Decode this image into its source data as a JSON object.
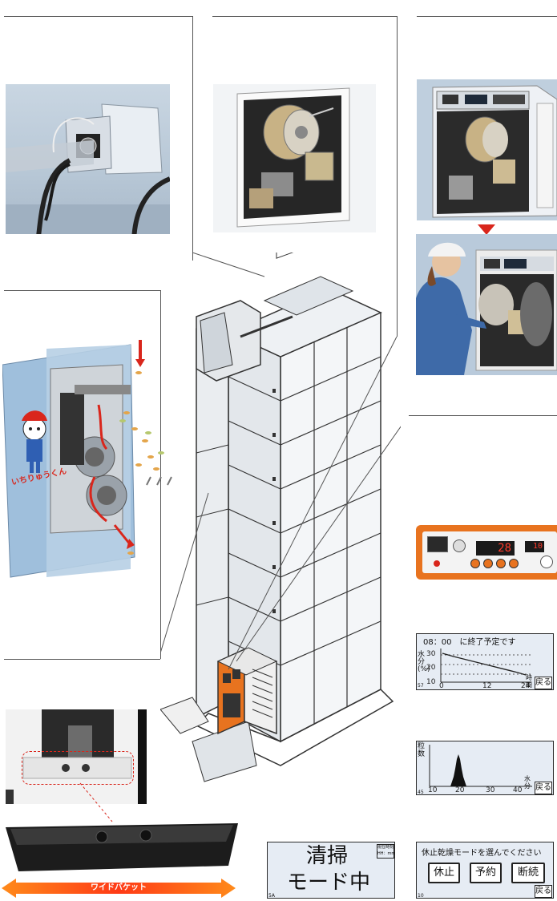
{
  "mascot_name": "いちりゅうくん",
  "bucket_label": "ワイドバケット",
  "lcd_finish": {
    "message": "08：00　に終了予定です",
    "ylabel": "水分(%)",
    "yticks": [
      "30",
      "20",
      "10"
    ],
    "xticks": [
      "0",
      "12",
      "24"
    ],
    "xunit": "時間",
    "back": "戻る",
    "corner": "57"
  },
  "lcd_hist": {
    "ylabel": "粒数",
    "xticks": [
      "10",
      "20",
      "30",
      "40"
    ],
    "xunit": "水分",
    "back": "戻る",
    "corner": "45"
  },
  "lcd_clean": {
    "line1": "清掃",
    "line2": "モード中",
    "clock_label": "現在時刻",
    "clock_value": "HH：mm",
    "corner": "5A"
  },
  "lcd_pause": {
    "prompt": "休止乾燥モードを選んでください",
    "options": [
      "休止",
      "予約",
      "断続"
    ],
    "back": "戻る",
    "corner": "10"
  },
  "panel_display": {
    "digits": "28",
    "small_digits": "10"
  },
  "colors": {
    "accent_orange": "#e8731f",
    "lcd_bg": "#e6ecf4",
    "frame_blue": "#c9d9e8",
    "arrow_red": "#d9261c"
  }
}
